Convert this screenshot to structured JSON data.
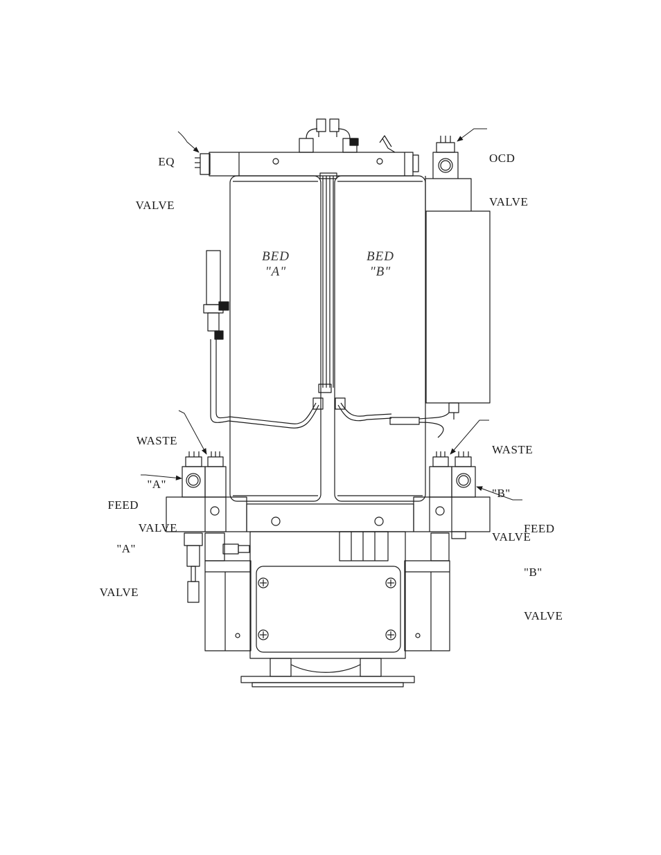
{
  "labels": {
    "eq_valve": [
      "EQ",
      "VALVE"
    ],
    "ocd_valve": [
      "OCD",
      "VALVE"
    ],
    "waste_a_valve": [
      "WASTE",
      "\"A\"",
      "VALVE"
    ],
    "feed_a_valve": [
      "FEED",
      "\"A\"",
      "VALVE"
    ],
    "waste_b_valve": [
      "WASTE",
      "\"B\"",
      "VALVE"
    ],
    "feed_b_valve": [
      "FEED",
      "\"B\"",
      "VALVE"
    ]
  },
  "beds": {
    "bed_a": [
      "BED",
      "\"A\""
    ],
    "bed_b": [
      "BED",
      "\"B\""
    ]
  },
  "colors": {
    "line": "#1a1a1a",
    "background": "#ffffff"
  }
}
